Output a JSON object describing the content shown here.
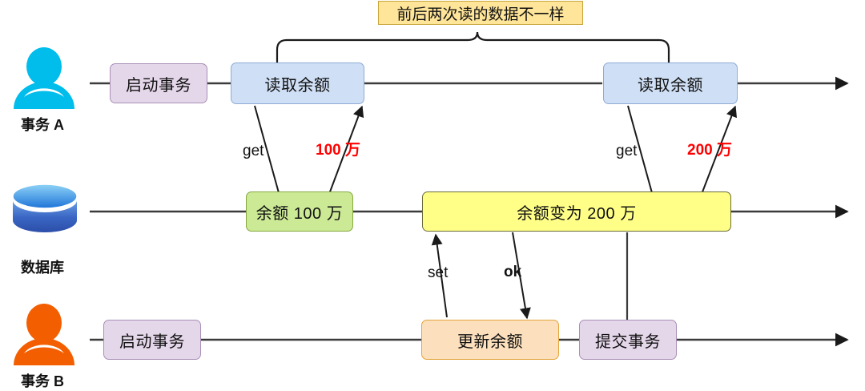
{
  "diagram": {
    "title_banner": "前后两次读的数据不一样",
    "lanes": [
      {
        "id": "transaction-a",
        "label": "事务 A",
        "icon": "person-icon",
        "icon_color": "#00bdec"
      },
      {
        "id": "database",
        "label": "数据库",
        "icon": "database-cylinder-icon",
        "icon_color": "#3a6fd8"
      },
      {
        "id": "transaction-b",
        "label": "事务 B",
        "icon": "person-icon",
        "icon_color": "#f35e00"
      }
    ],
    "nodes": {
      "a_begin": "启动事务",
      "a_read1": "读取余额",
      "a_read2": "读取余额",
      "db_bal1": "余额 100 万",
      "db_bal2": "余额变为 200 万",
      "b_begin": "启动事务",
      "b_update": "更新余额",
      "b_commit": "提交事务"
    },
    "edge_labels": {
      "get1": "get",
      "val1": "100 万",
      "get2": "get",
      "val2": "200 万",
      "set": "set",
      "ok": "ok"
    },
    "colors": {
      "purple": "#e5d7ea",
      "blue": "#cfdff5",
      "green": "#ccea96",
      "yellow": "#ffff88",
      "orange": "#fce0bd",
      "banner": "#ffe599",
      "red_text": "#ff0000",
      "line": "#3b3b3b"
    }
  }
}
